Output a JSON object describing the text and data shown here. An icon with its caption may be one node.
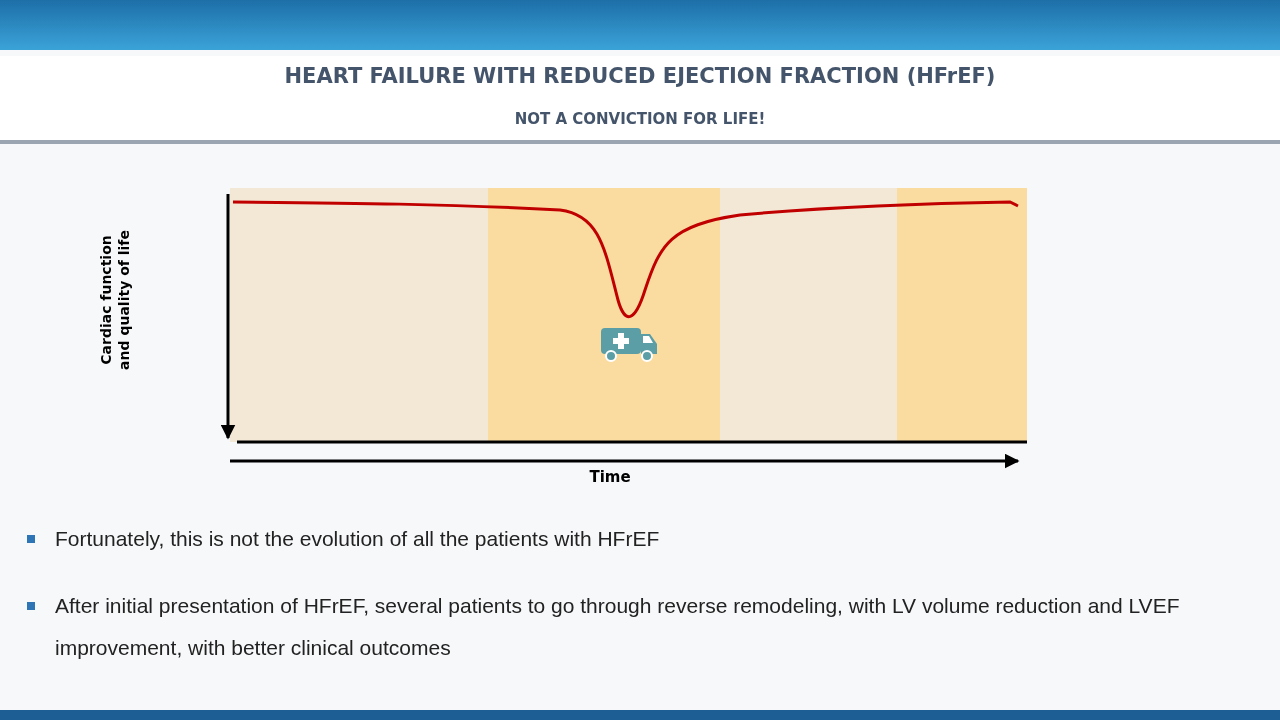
{
  "diagram": {
    "title": "HEART FAILURE WITH REDUCED EJECTION FRACTION (HFrEF)",
    "labels": [
      "NOT A CONVICTION FOR LIFE!",
      "Cardiac function and quality of life",
      "Time",
      "Fortunately, this is not the evolution of all the patients with HFrEF",
      "After initial presentation of HFrEF, several patients to go through reverse remodeling, with LV volume reduction and LVEF improvement, with better clinical outcomes"
    ]
  }
}
